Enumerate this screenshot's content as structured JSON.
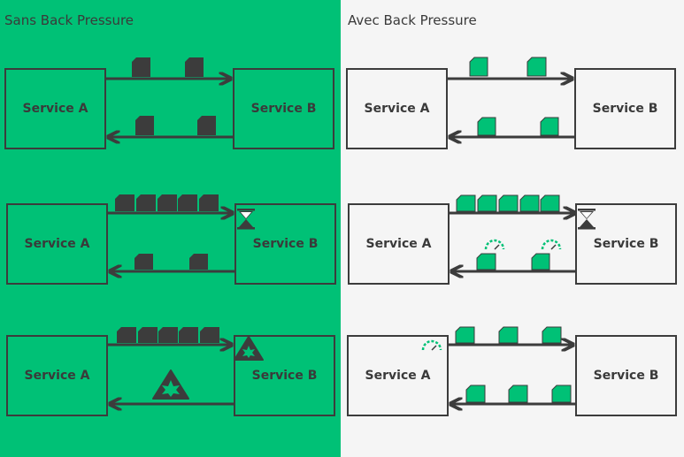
{
  "colors": {
    "green": "#00c176",
    "light_bg": "#f5f5f5",
    "dark": "#3c3c3c",
    "packet_dark": "#3c3c3c",
    "packet_green": "#00c176"
  },
  "left_panel": {
    "title": "Sans Back Pressure",
    "rows": [
      {
        "service_a": "Service A",
        "service_b": "Service B"
      },
      {
        "service_a": "Service A",
        "service_b": "Service B",
        "service_b_icon": "hourglass-icon"
      },
      {
        "service_a": "Service A",
        "service_b": "Service B",
        "service_b_icon": "explosion-warning-icon",
        "arrow_icon": "explosion-warning-icon"
      }
    ]
  },
  "right_panel": {
    "title": "Avec Back Pressure",
    "rows": [
      {
        "service_a": "Service A",
        "service_b": "Service B"
      },
      {
        "service_a": "Service A",
        "service_b": "Service B",
        "service_b_icon": "hourglass-icon",
        "arrow_icons": "speedometer-icon"
      },
      {
        "service_a": "Service A",
        "service_b": "Service B",
        "service_a_icon": "speedometer-icon"
      }
    ]
  }
}
